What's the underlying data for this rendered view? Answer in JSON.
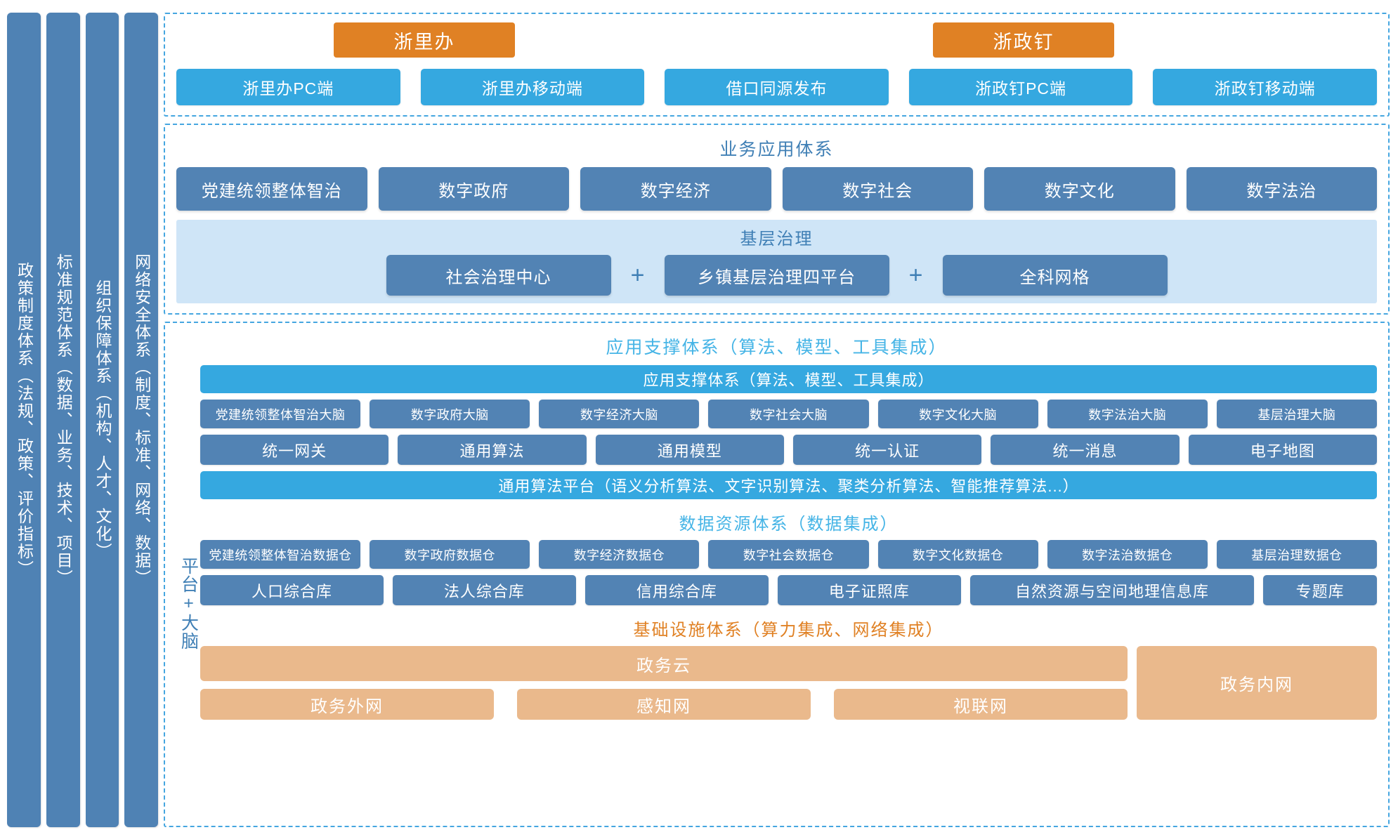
{
  "pillars": [
    {
      "label": "政策制度体系（法规、政策、评价指标）"
    },
    {
      "label": "标准规范体系（数据、业务、技术、项目）"
    },
    {
      "label": "组织保障体系（机构、人才、文化）"
    },
    {
      "label": "网络安全体系（制度、标准、网络、数据）"
    }
  ],
  "channel_section": {
    "brands": [
      {
        "label": "浙里办",
        "color": "#e08124"
      },
      {
        "label": "浙政钉",
        "color": "#e08124"
      }
    ],
    "channels": [
      {
        "label": "浙里办PC端"
      },
      {
        "label": "浙里办移动端"
      },
      {
        "label": "借口同源发布"
      },
      {
        "label": "浙政钉PC端"
      },
      {
        "label": "浙政钉移动端"
      }
    ]
  },
  "business_section": {
    "title": "业务应用体系",
    "apps": [
      {
        "label": "党建统领整体智治"
      },
      {
        "label": "数字政府"
      },
      {
        "label": "数字经济"
      },
      {
        "label": "数字社会"
      },
      {
        "label": "数字文化"
      },
      {
        "label": "数字法治"
      }
    ],
    "grassroots": {
      "title": "基层治理",
      "items": [
        {
          "label": "社会治理中心"
        },
        {
          "label": "乡镇基层治理四平台"
        },
        {
          "label": "全科网格"
        }
      ],
      "separator": "+"
    }
  },
  "platform_section": {
    "side_label": "平台+大脑",
    "support_title": "应用支撑体系（算法、模型、工具集成）",
    "support_bar": "应用支撑体系（算法、模型、工具集成）",
    "brains": [
      {
        "label": "党建统领整体智治大脑"
      },
      {
        "label": "数字政府大脑"
      },
      {
        "label": "数字经济大脑"
      },
      {
        "label": "数字社会大脑"
      },
      {
        "label": "数字文化大脑"
      },
      {
        "label": "数字法治大脑"
      },
      {
        "label": "基层治理大脑"
      }
    ],
    "commons": [
      {
        "label": "统一网关"
      },
      {
        "label": "通用算法"
      },
      {
        "label": "通用模型"
      },
      {
        "label": "统一认证"
      },
      {
        "label": "统一消息"
      },
      {
        "label": "电子地图"
      }
    ],
    "algorithm_bar": "通用算法平台（语义分析算法、文字识别算法、聚类分析算法、智能推荐算法...）",
    "data_title": "数据资源体系（数据集成）",
    "warehouses": [
      {
        "label": "党建统领整体智治数据仓"
      },
      {
        "label": "数字政府数据仓"
      },
      {
        "label": "数字经济数据仓"
      },
      {
        "label": "数字社会数据仓"
      },
      {
        "label": "数字文化数据仓"
      },
      {
        "label": "数字法治数据仓"
      },
      {
        "label": "基层治理数据仓"
      }
    ],
    "databases": [
      {
        "label": "人口综合库"
      },
      {
        "label": "法人综合库"
      },
      {
        "label": "信用综合库"
      },
      {
        "label": "电子证照库"
      },
      {
        "label": "自然资源与空间地理信息库"
      },
      {
        "label": "专题库"
      }
    ],
    "infra_title": "基础设施体系（算力集成、网络集成）",
    "infra": {
      "cloud": "政务云",
      "networks": [
        {
          "label": "政务外网"
        },
        {
          "label": "感知网"
        },
        {
          "label": "视联网"
        }
      ],
      "intranet": "政务内网"
    }
  },
  "colors": {
    "pillar_blue": "#4f82b4",
    "box_blue": "#5283b4",
    "bright_blue": "#35a8e0",
    "pale_blue": "#cfe5f7",
    "orange": "#e08124",
    "peach": "#eab98c",
    "dashed_border": "#45a6e0"
  }
}
